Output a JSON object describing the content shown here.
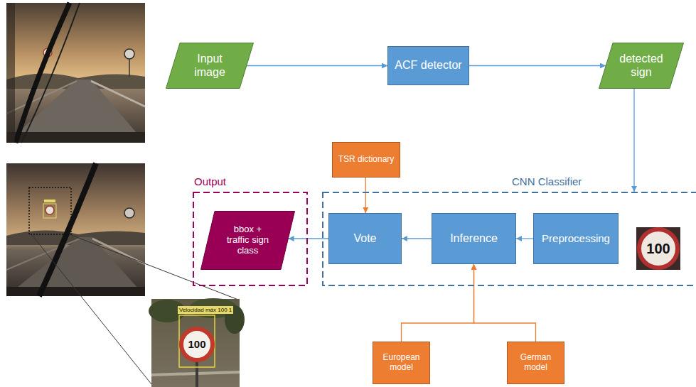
{
  "diagram": {
    "nodes": [
      {
        "text": [
          "Input image"
        ]
      },
      {
        "text": [
          "ACF detector"
        ]
      },
      {
        "text": [
          "detected sign"
        ]
      },
      {
        "text": [
          "TSR dictionary"
        ]
      },
      {
        "text": [
          "Output"
        ]
      },
      {
        "text": [
          "bbox + traffic sign class"
        ],
        "in": 4
      },
      {
        "text": [
          "CNN Classifier"
        ]
      },
      {
        "text": [
          "Vote"
        ],
        "in": 6
      },
      {
        "text": [
          "Inference"
        ],
        "in": 6
      },
      {
        "text": [
          "Preprocessing"
        ],
        "in": 6
      },
      {
        "text": [
          "European model"
        ]
      },
      {
        "text": [
          "German model"
        ]
      }
    ],
    "edges": [
      {
        "from": 0,
        "to": 1,
        "arrow": "to"
      },
      {
        "from": 1,
        "to": 2,
        "arrow": "to"
      },
      {
        "from": 2,
        "to": 6,
        "arrow": "to"
      },
      {
        "from": 9,
        "to": 8,
        "arrow": "to"
      },
      {
        "from": 8,
        "to": 7,
        "arrow": "to"
      },
      {
        "from": 7,
        "to": 5,
        "arrow": "to"
      },
      {
        "from": 3,
        "to": 7,
        "arrow": "to"
      },
      {
        "from": 10,
        "to": 8,
        "arrow": "to"
      },
      {
        "from": 11,
        "to": 8,
        "arrow": "to"
      }
    ],
    "labels": [
      "100",
      "Velocidad máx 100 1",
      "100"
    ]
  }
}
